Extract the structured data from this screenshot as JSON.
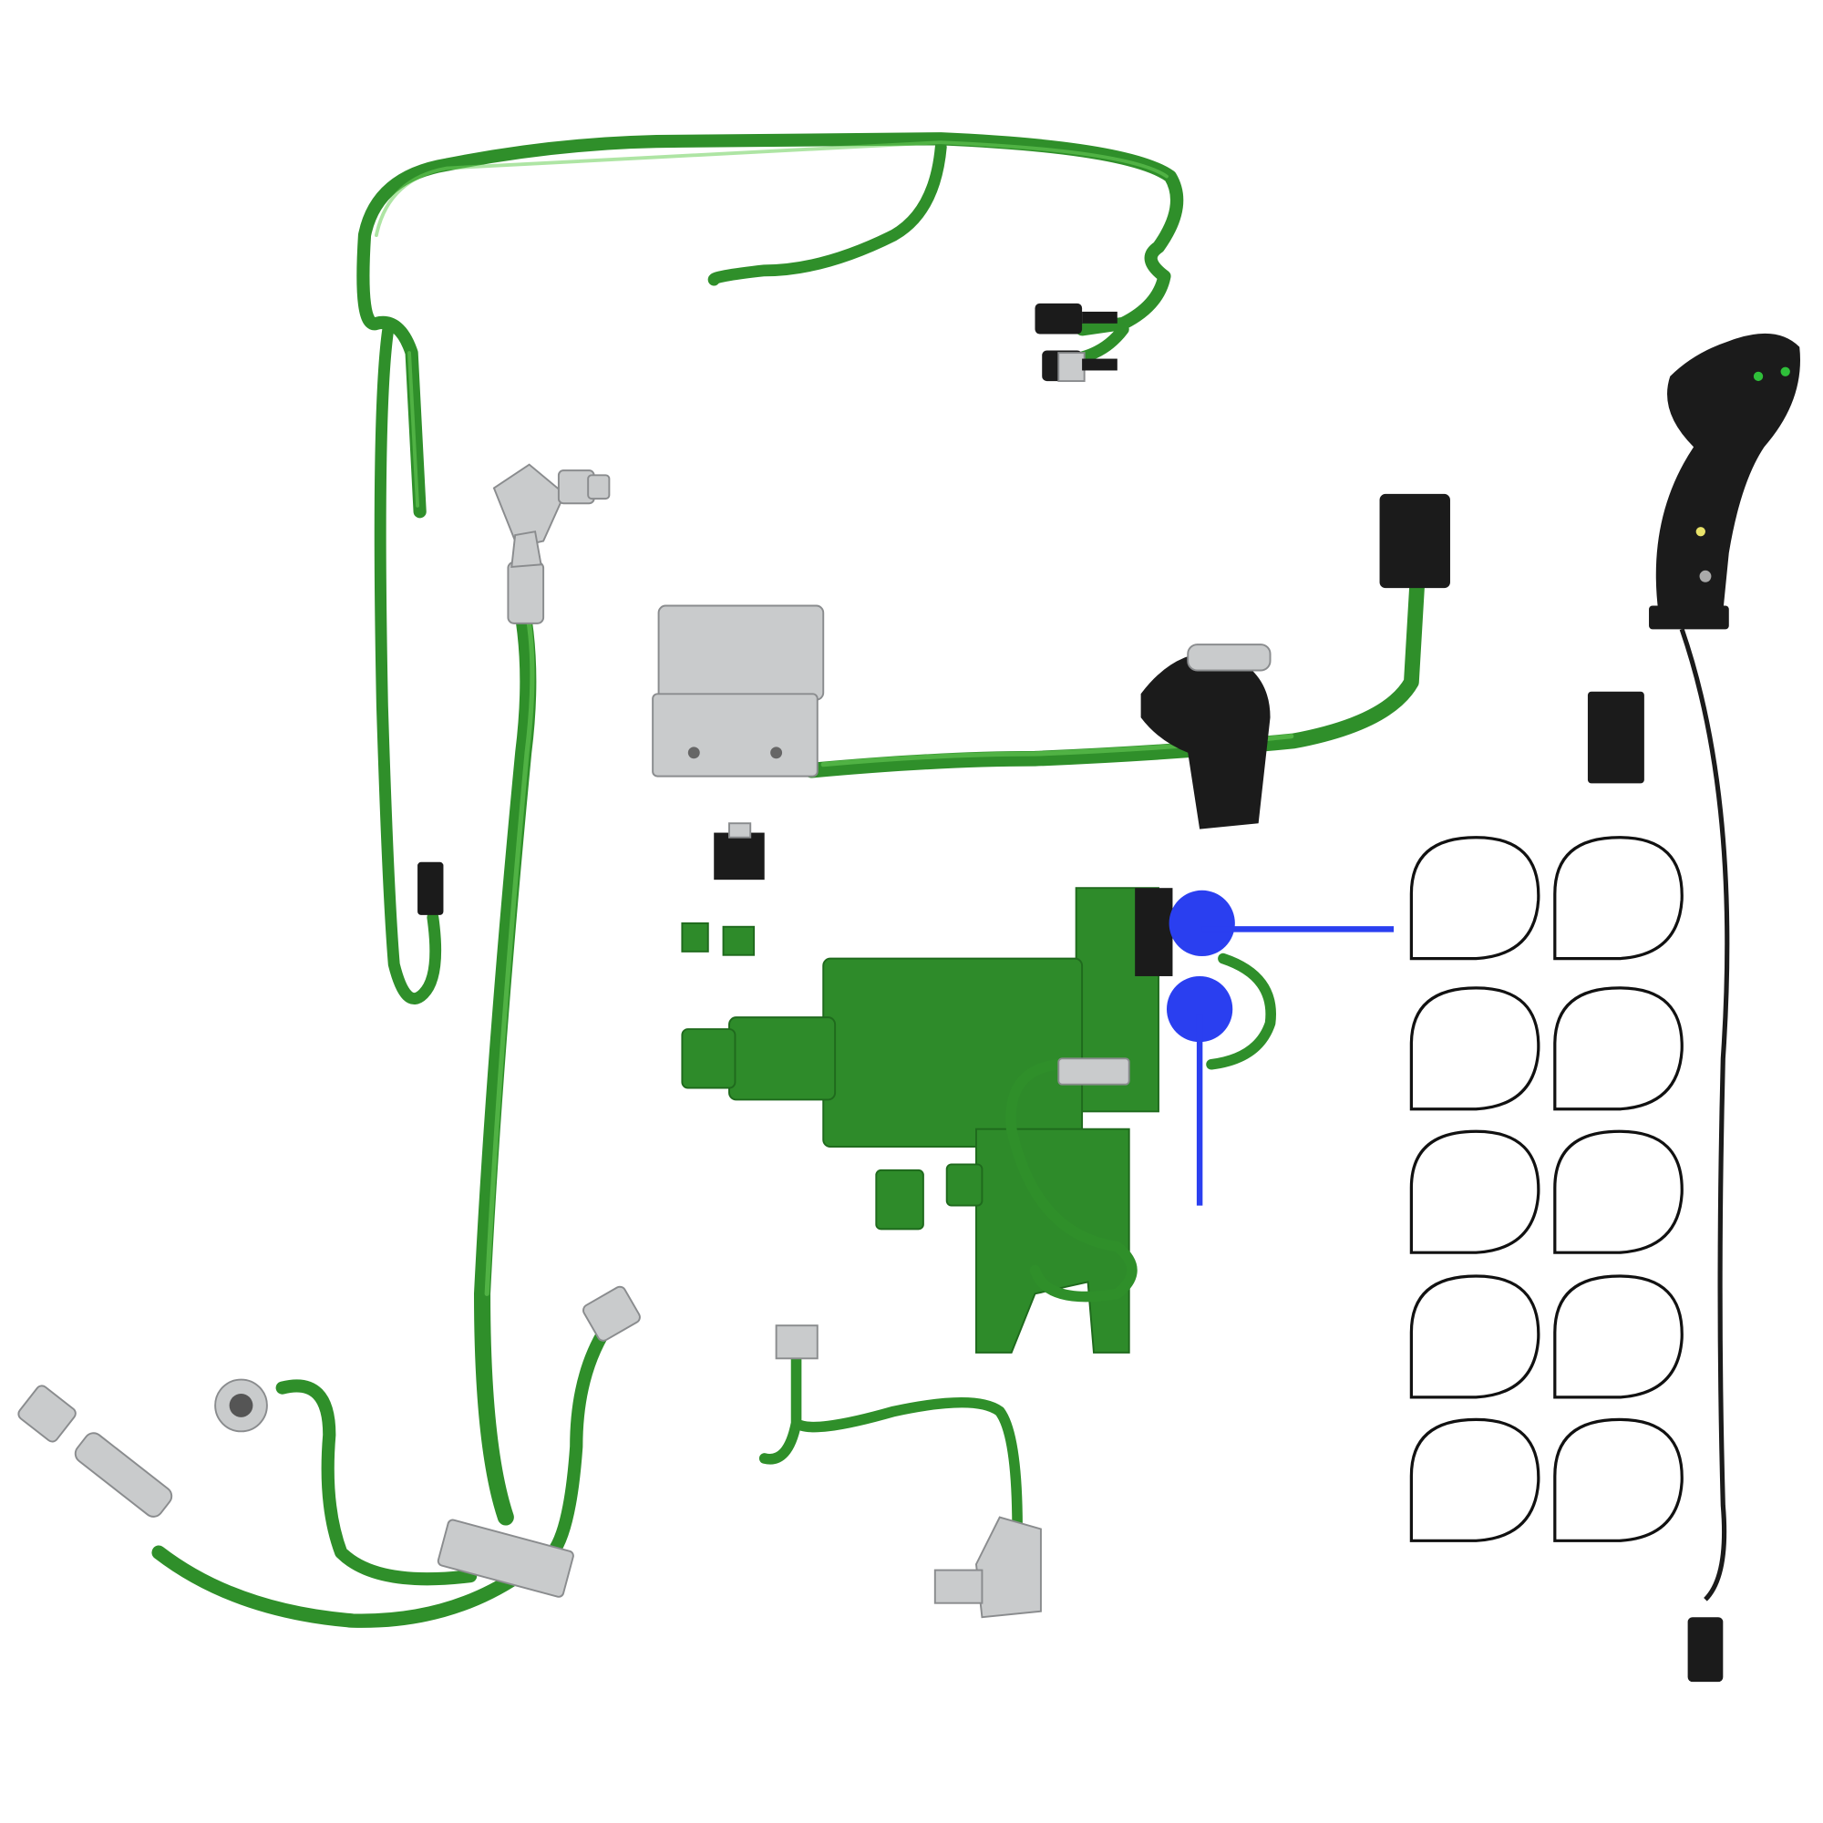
{
  "colors": {
    "background": "#ffffff",
    "hose_green": "#2f8f2a",
    "hose_highlight": "#6ccf5a",
    "valve_green": "#2e8b2a",
    "metal_fittings": "#c9cbcc",
    "black_parts": "#1b1b1b",
    "blue_caps": "#2a3ff0"
  },
  "parts": [
    "hydraulic-hoses",
    "wiring-harness",
    "control-valve",
    "joystick-handle",
    "cable-ties",
    "connectors",
    "fittings"
  ]
}
